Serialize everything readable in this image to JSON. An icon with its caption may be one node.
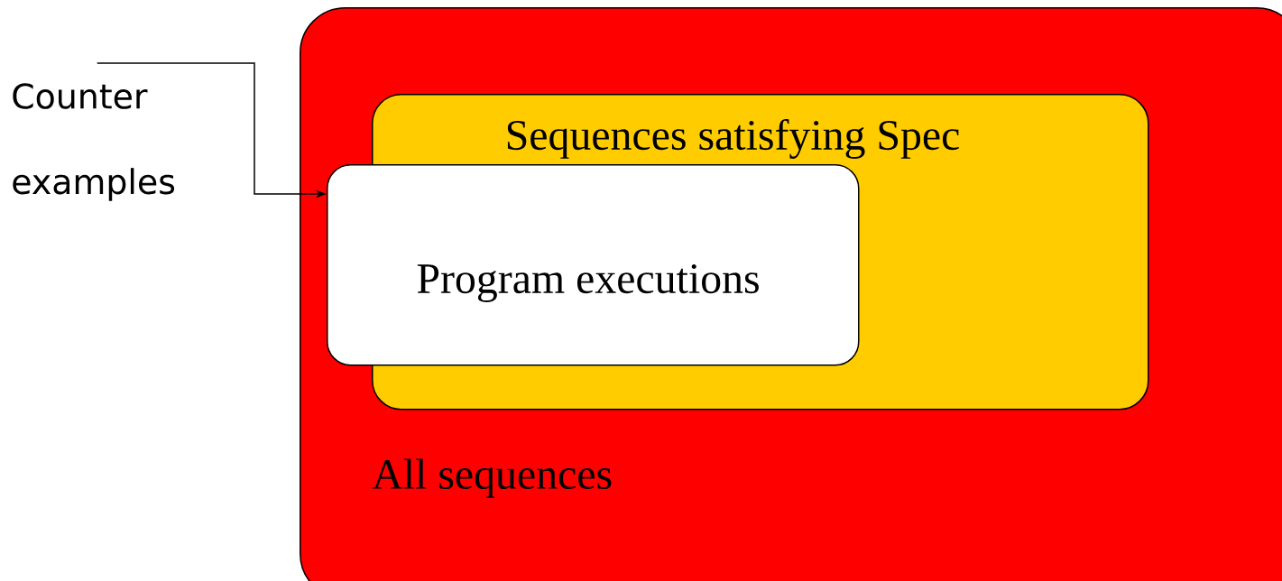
{
  "diagram": {
    "nodes": [
      {
        "text": [
          "All sequences"
        ]
      },
      {
        "text": [
          "Sequences satisfying Spec"
        ],
        "in": 0
      },
      {
        "text": [
          "Program executions"
        ],
        "in": 0
      },
      {
        "text": [
          "Counter examples"
        ]
      }
    ],
    "edges": [
      {
        "from": 3,
        "to": 2,
        "arrow": "to"
      }
    ]
  }
}
